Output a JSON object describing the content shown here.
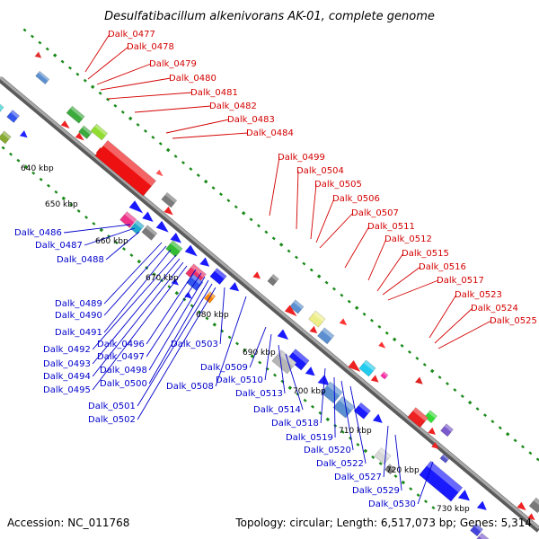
{
  "title": "Desulfatibacillum alkenivorans AK-01, complete genome",
  "footer": {
    "accession": "Accession: NC_011768",
    "summary": "Topology: circular; Length: 6,517,073 bp; Genes: 5,314"
  },
  "colors": {
    "forward_label": "#d40000",
    "reverse_label": "#0000cc",
    "backbone": "#8a8a8a",
    "tick": "#1a8a1a"
  },
  "kbp_marks": [
    "640 kbp",
    "650 kbp",
    "660 kbp",
    "670 kbp",
    "680 kbp",
    "690 kbp",
    "700 kbp",
    "710 kbp",
    "720 kbp",
    "730 kbp"
  ],
  "forward_genes": [
    "Dalk_0477",
    "Dalk_0478",
    "Dalk_0479",
    "Dalk_0480",
    "Dalk_0481",
    "Dalk_0482",
    "Dalk_0483",
    "Dalk_0484",
    "Dalk_0499",
    "Dalk_0504",
    "Dalk_0505",
    "Dalk_0506",
    "Dalk_0507",
    "Dalk_0511",
    "Dalk_0512",
    "Dalk_0515",
    "Dalk_0516",
    "Dalk_0517",
    "Dalk_0523",
    "Dalk_0524",
    "Dalk_0525"
  ],
  "reverse_genes": [
    "Dalk_0486",
    "Dalk_0487",
    "Dalk_0488",
    "Dalk_0489",
    "Dalk_0490",
    "Dalk_0491",
    "Dalk_0492",
    "Dalk_0493",
    "Dalk_0494",
    "Dalk_0495",
    "Dalk_0496",
    "Dalk_0497",
    "Dalk_0498",
    "Dalk_0500",
    "Dalk_0501",
    "Dalk_0502",
    "Dalk_0503",
    "Dalk_0508",
    "Dalk_0509",
    "Dalk_0510",
    "Dalk_0513",
    "Dalk_0514",
    "Dalk_0518",
    "Dalk_0519",
    "Dalk_0520",
    "Dalk_0522",
    "Dalk_0527",
    "Dalk_0529",
    "Dalk_0530"
  ]
}
